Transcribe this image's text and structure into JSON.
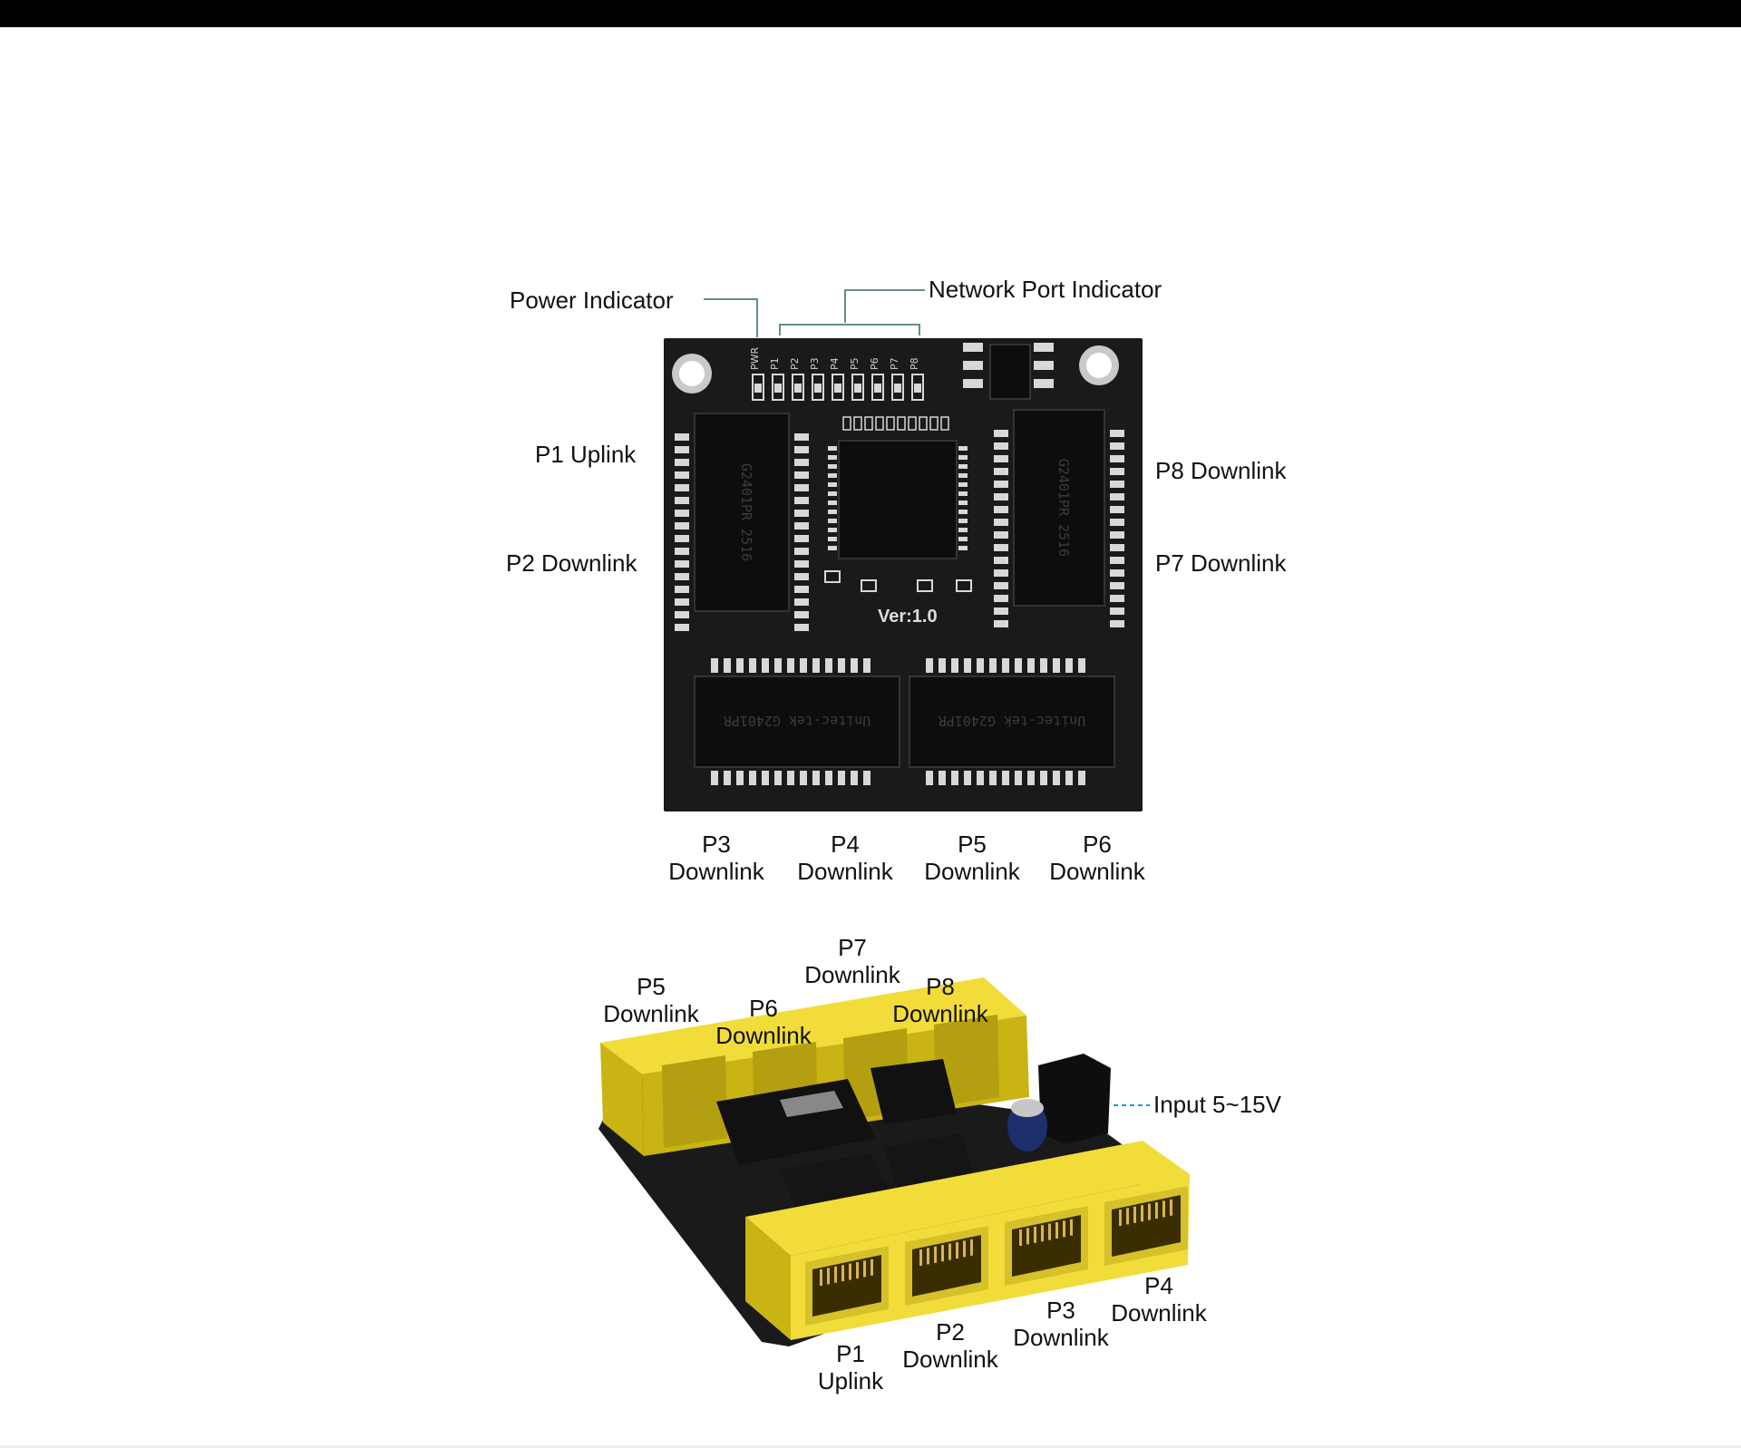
{
  "colors": {
    "board": "#1a1a1a",
    "pad": "#d8d8d8",
    "chip": "#0d0d0d",
    "leader": "#2f6b5a",
    "power_leader": "#1e9bd7",
    "jack": "#f1dc3a",
    "jack_shadow": "#c9b414"
  },
  "top_board": {
    "silkscreen": "Ver:1.0",
    "led_labels": [
      "PWR",
      "P1",
      "P2",
      "P3",
      "P4",
      "P5",
      "P6",
      "P7",
      "P8"
    ],
    "transformer_marking": "G2401PR",
    "transformer_date": "2516",
    "transformer_brand": "Unitec-tek"
  },
  "labels": {
    "power_indicator": "Power Indicator",
    "network_port_indicator": "Network Port Indicator",
    "p1_uplink": "P1 Uplink",
    "p2_downlink": "P2 Downlink",
    "p8_downlink": "P8 Downlink",
    "p7_downlink": "P7 Downlink",
    "bottom_ports": [
      {
        "port": "P3",
        "role": "Downlink"
      },
      {
        "port": "P4",
        "role": "Downlink"
      },
      {
        "port": "P5",
        "role": "Downlink"
      },
      {
        "port": "P6",
        "role": "Downlink"
      }
    ]
  },
  "perspective": {
    "p5": {
      "port": "P5",
      "role": "Downlink"
    },
    "p6": {
      "port": "P6",
      "role": "Downlink"
    },
    "p7": {
      "port": "P7",
      "role": "Downlink"
    },
    "p8": {
      "port": "P8",
      "role": "Downlink"
    },
    "p1": {
      "port": "P1",
      "role": "Uplink"
    },
    "p2": {
      "port": "P2",
      "role": "Downlink"
    },
    "p3": {
      "port": "P3",
      "role": "Downlink"
    },
    "p4": {
      "port": "P4",
      "role": "Downlink"
    },
    "input": "Input 5~15V"
  }
}
